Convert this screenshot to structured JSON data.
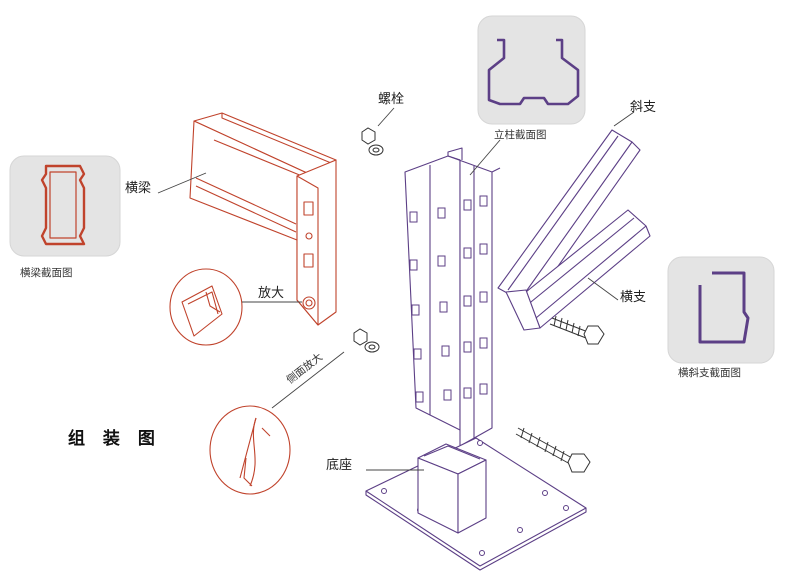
{
  "diagram": {
    "assembly_title": "组 装 图",
    "labels": {
      "bolt": "螺栓",
      "column_section": "立柱截面图",
      "diagonal_brace": "斜支",
      "beam": "横梁",
      "beam_section": "横梁截面图",
      "magnify": "放大",
      "side_magnify": "侧面放大",
      "horizontal_brace": "横支",
      "brace_section": "横斜支截面图",
      "base": "底座"
    },
    "colors": {
      "beam_line": "#c0432c",
      "column_line": "#5c3f86",
      "card_bg": "#e4e4e4",
      "text": "#222222"
    }
  }
}
